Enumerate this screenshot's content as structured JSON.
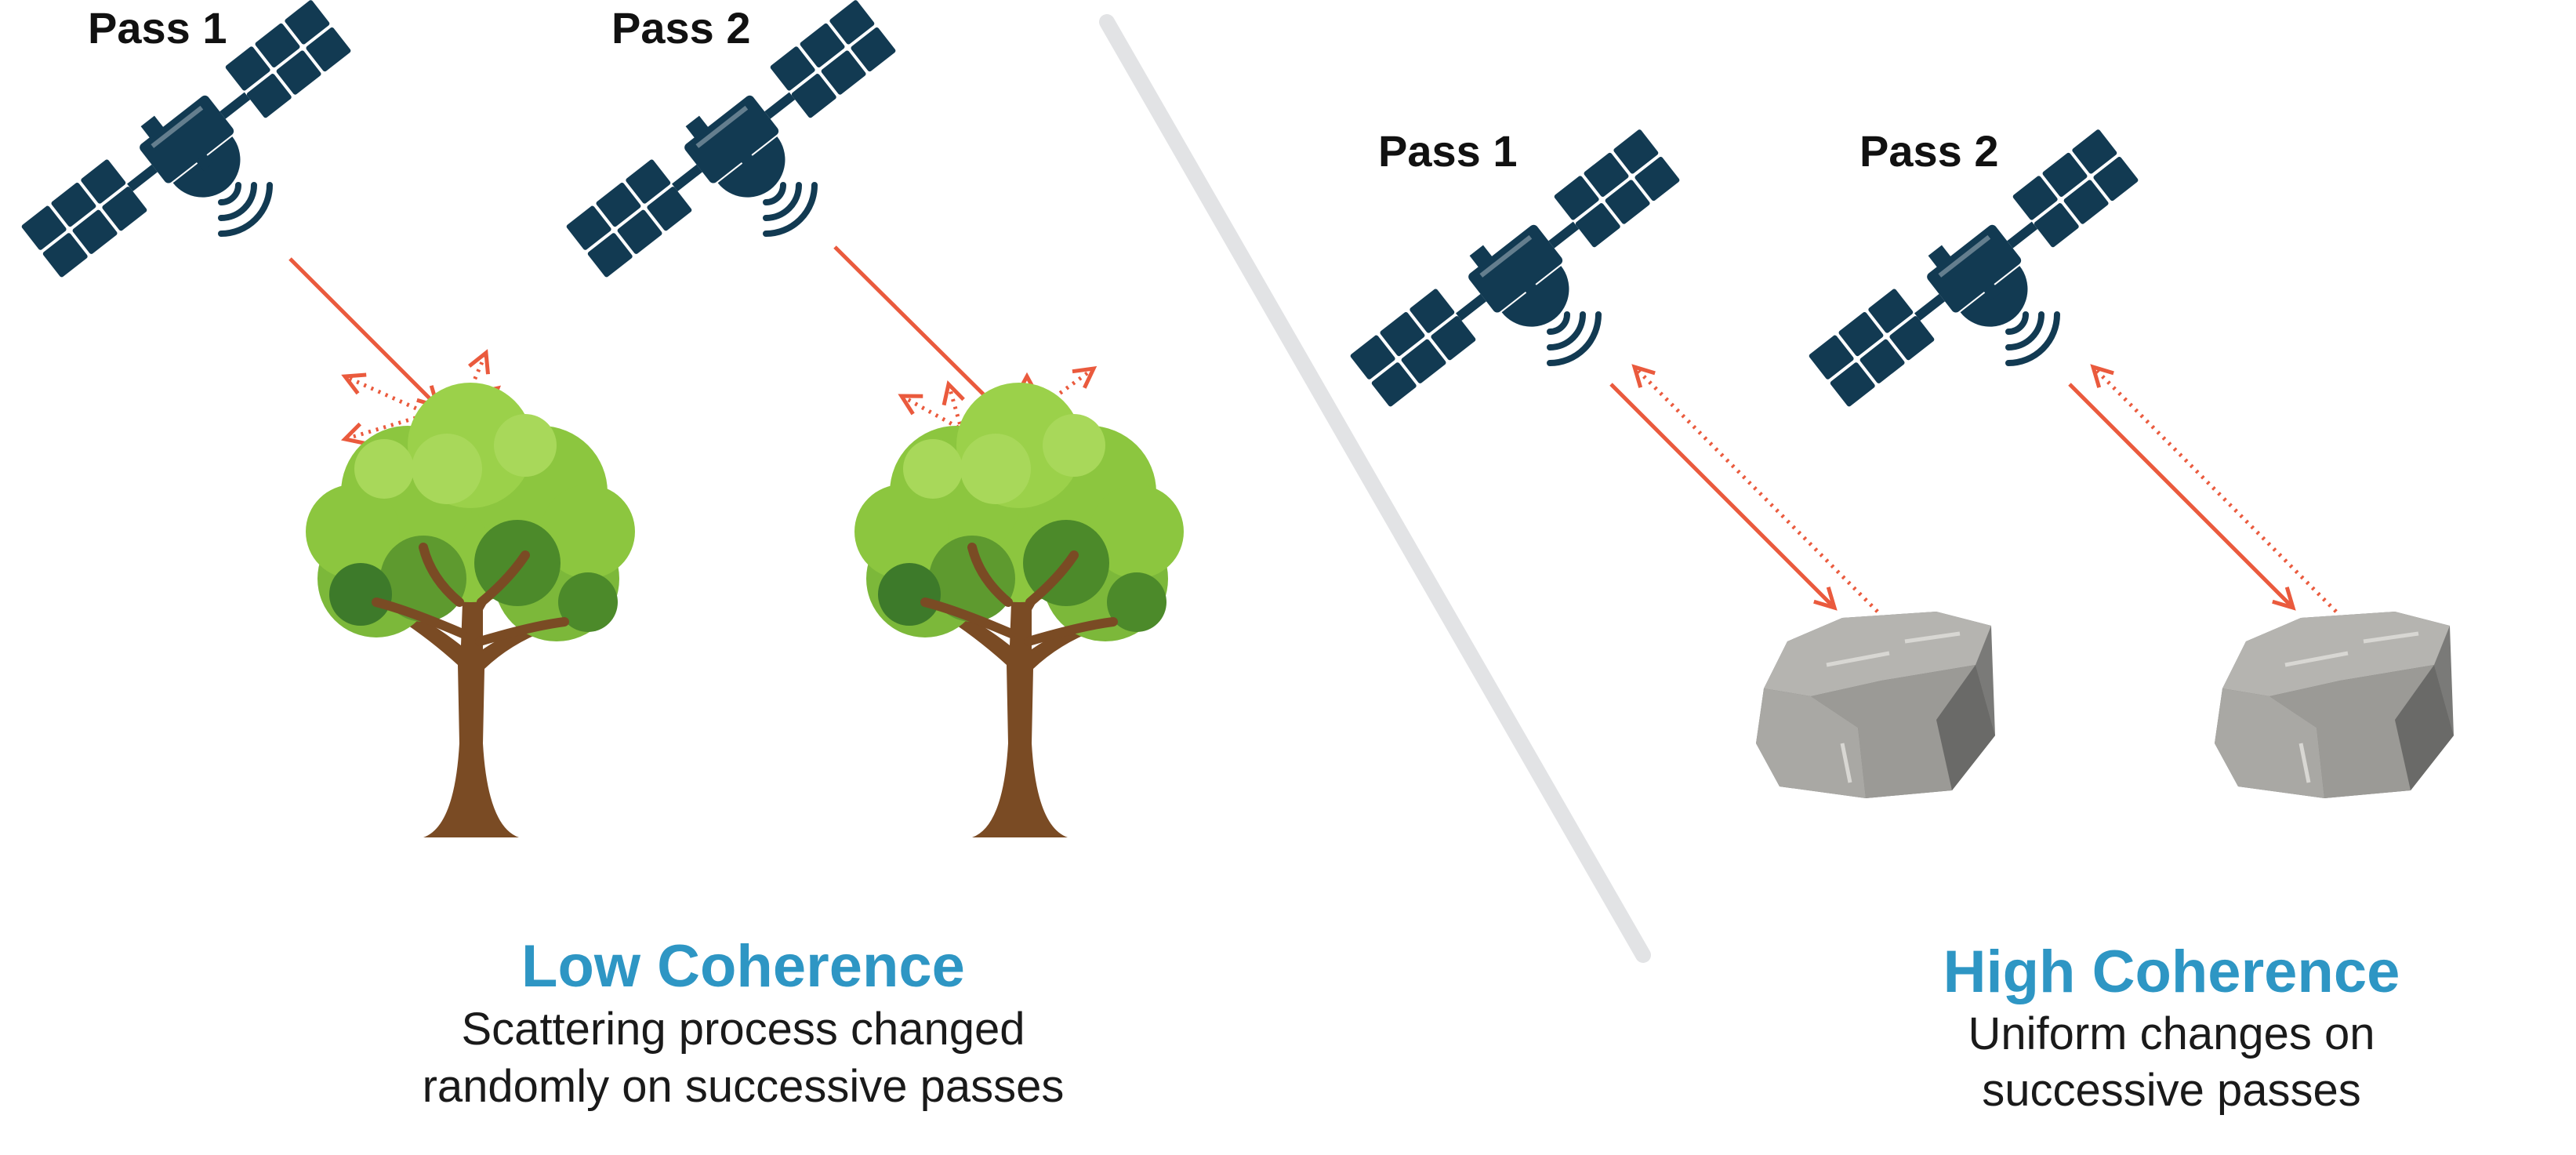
{
  "colors": {
    "satellite": "#123a52",
    "signal": "#ea5a3d",
    "heading": "#2e96c4",
    "divider": "#e2e3e5",
    "leaf_light": "#8cc63f",
    "leaf_dark": "#3d7a2a",
    "trunk": "#7a4b24",
    "rock": "#a4a4a0"
  },
  "left_panel": {
    "pass1_label": "Pass 1",
    "pass2_label": "Pass 2",
    "heading": "Low Coherence",
    "caption_line1": "Scattering process changed",
    "caption_line2": "randomly on successive passes"
  },
  "right_panel": {
    "pass1_label": "Pass 1",
    "pass2_label": "Pass 2",
    "heading": "High Coherence",
    "caption_line1": "Uniform changes on",
    "caption_line2": "successive passes"
  },
  "icons": [
    "satellite-icon",
    "tree-icon",
    "rock-icon",
    "signal-arrow"
  ]
}
